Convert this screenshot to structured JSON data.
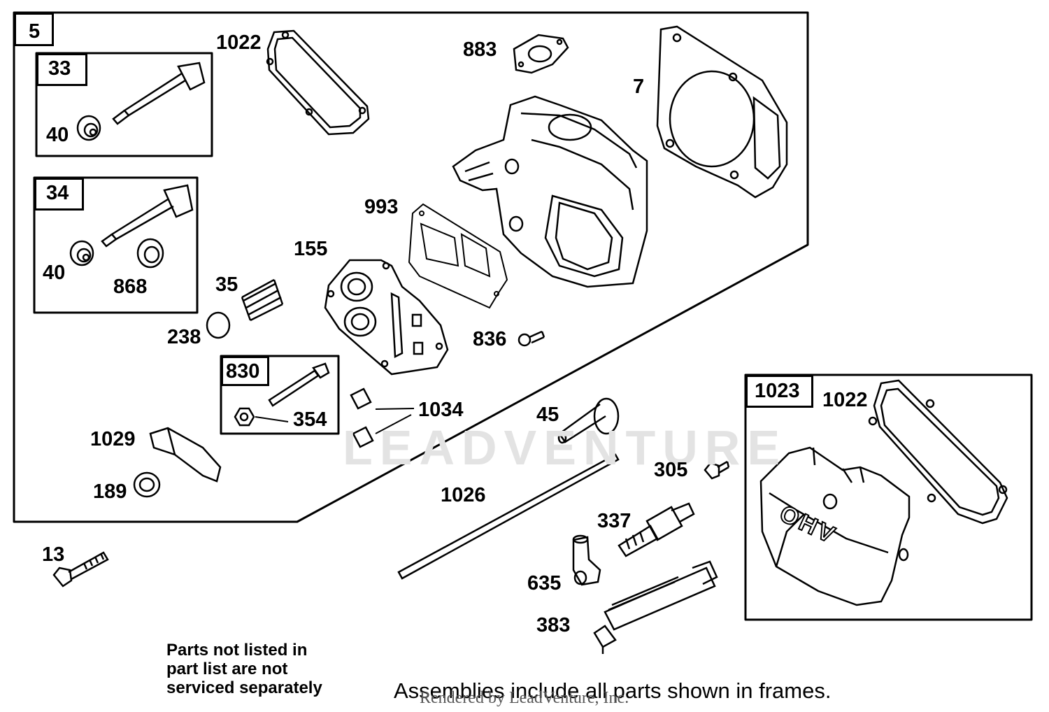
{
  "frames": {
    "main": "5",
    "valve_33": "33",
    "valve_34": "34",
    "kit_830": "830",
    "cover_1023": "1023"
  },
  "parts": {
    "p1022_top": "1022",
    "p883": "883",
    "p7": "7",
    "p40_a": "40",
    "p40_b": "40",
    "p868": "868",
    "p993": "993",
    "p155": "155",
    "p35": "35",
    "p238": "238",
    "p836": "836",
    "p354": "354",
    "p1034": "1034",
    "p1029": "1029",
    "p189": "189",
    "p45": "45",
    "p305": "305",
    "p1022_right": "1022",
    "p1026": "1026",
    "p337": "337",
    "p635": "635",
    "p383": "383",
    "p13": "13"
  },
  "cover_text": "OHV",
  "notes": {
    "not_serviced": [
      "Parts not listed in",
      "part list are not",
      "serviced separately"
    ],
    "assemblies": "Assemblies include all parts shown in frames.",
    "credit": "Rendered by LeadVenture, Inc.",
    "watermark": "LEADVENTURE"
  }
}
